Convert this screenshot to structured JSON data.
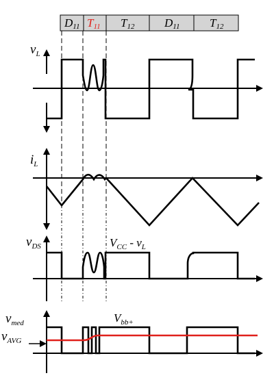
{
  "header": {
    "cells": [
      {
        "main": "D",
        "sub": "11",
        "color": "#000000"
      },
      {
        "main": "T",
        "sub": "11",
        "color": "#e0201b"
      },
      {
        "main": "T",
        "sub": "12",
        "color": "#000000"
      },
      {
        "main": "D",
        "sub": "11",
        "color": "#000000"
      },
      {
        "main": "T",
        "sub": "12",
        "color": "#000000"
      }
    ]
  },
  "panels": {
    "vL": {
      "main": "v",
      "sub": "L"
    },
    "iL": {
      "main": "i",
      "sub": "L"
    },
    "vDS": {
      "main": "v",
      "sub": "DS"
    },
    "vmed": {
      "main": "v",
      "sub": "med"
    }
  },
  "annotations": {
    "vcc_minus_vl": {
      "main": "V",
      "sub": "CC",
      "rest": " - v",
      "rest_sub": "L"
    },
    "vbb": {
      "main": "V",
      "sub": "bb+"
    },
    "vavg": {
      "main": "v",
      "sub": "AVG"
    }
  },
  "colors": {
    "highlight": "#e0201b",
    "header_fill": "#d4d4d4"
  }
}
